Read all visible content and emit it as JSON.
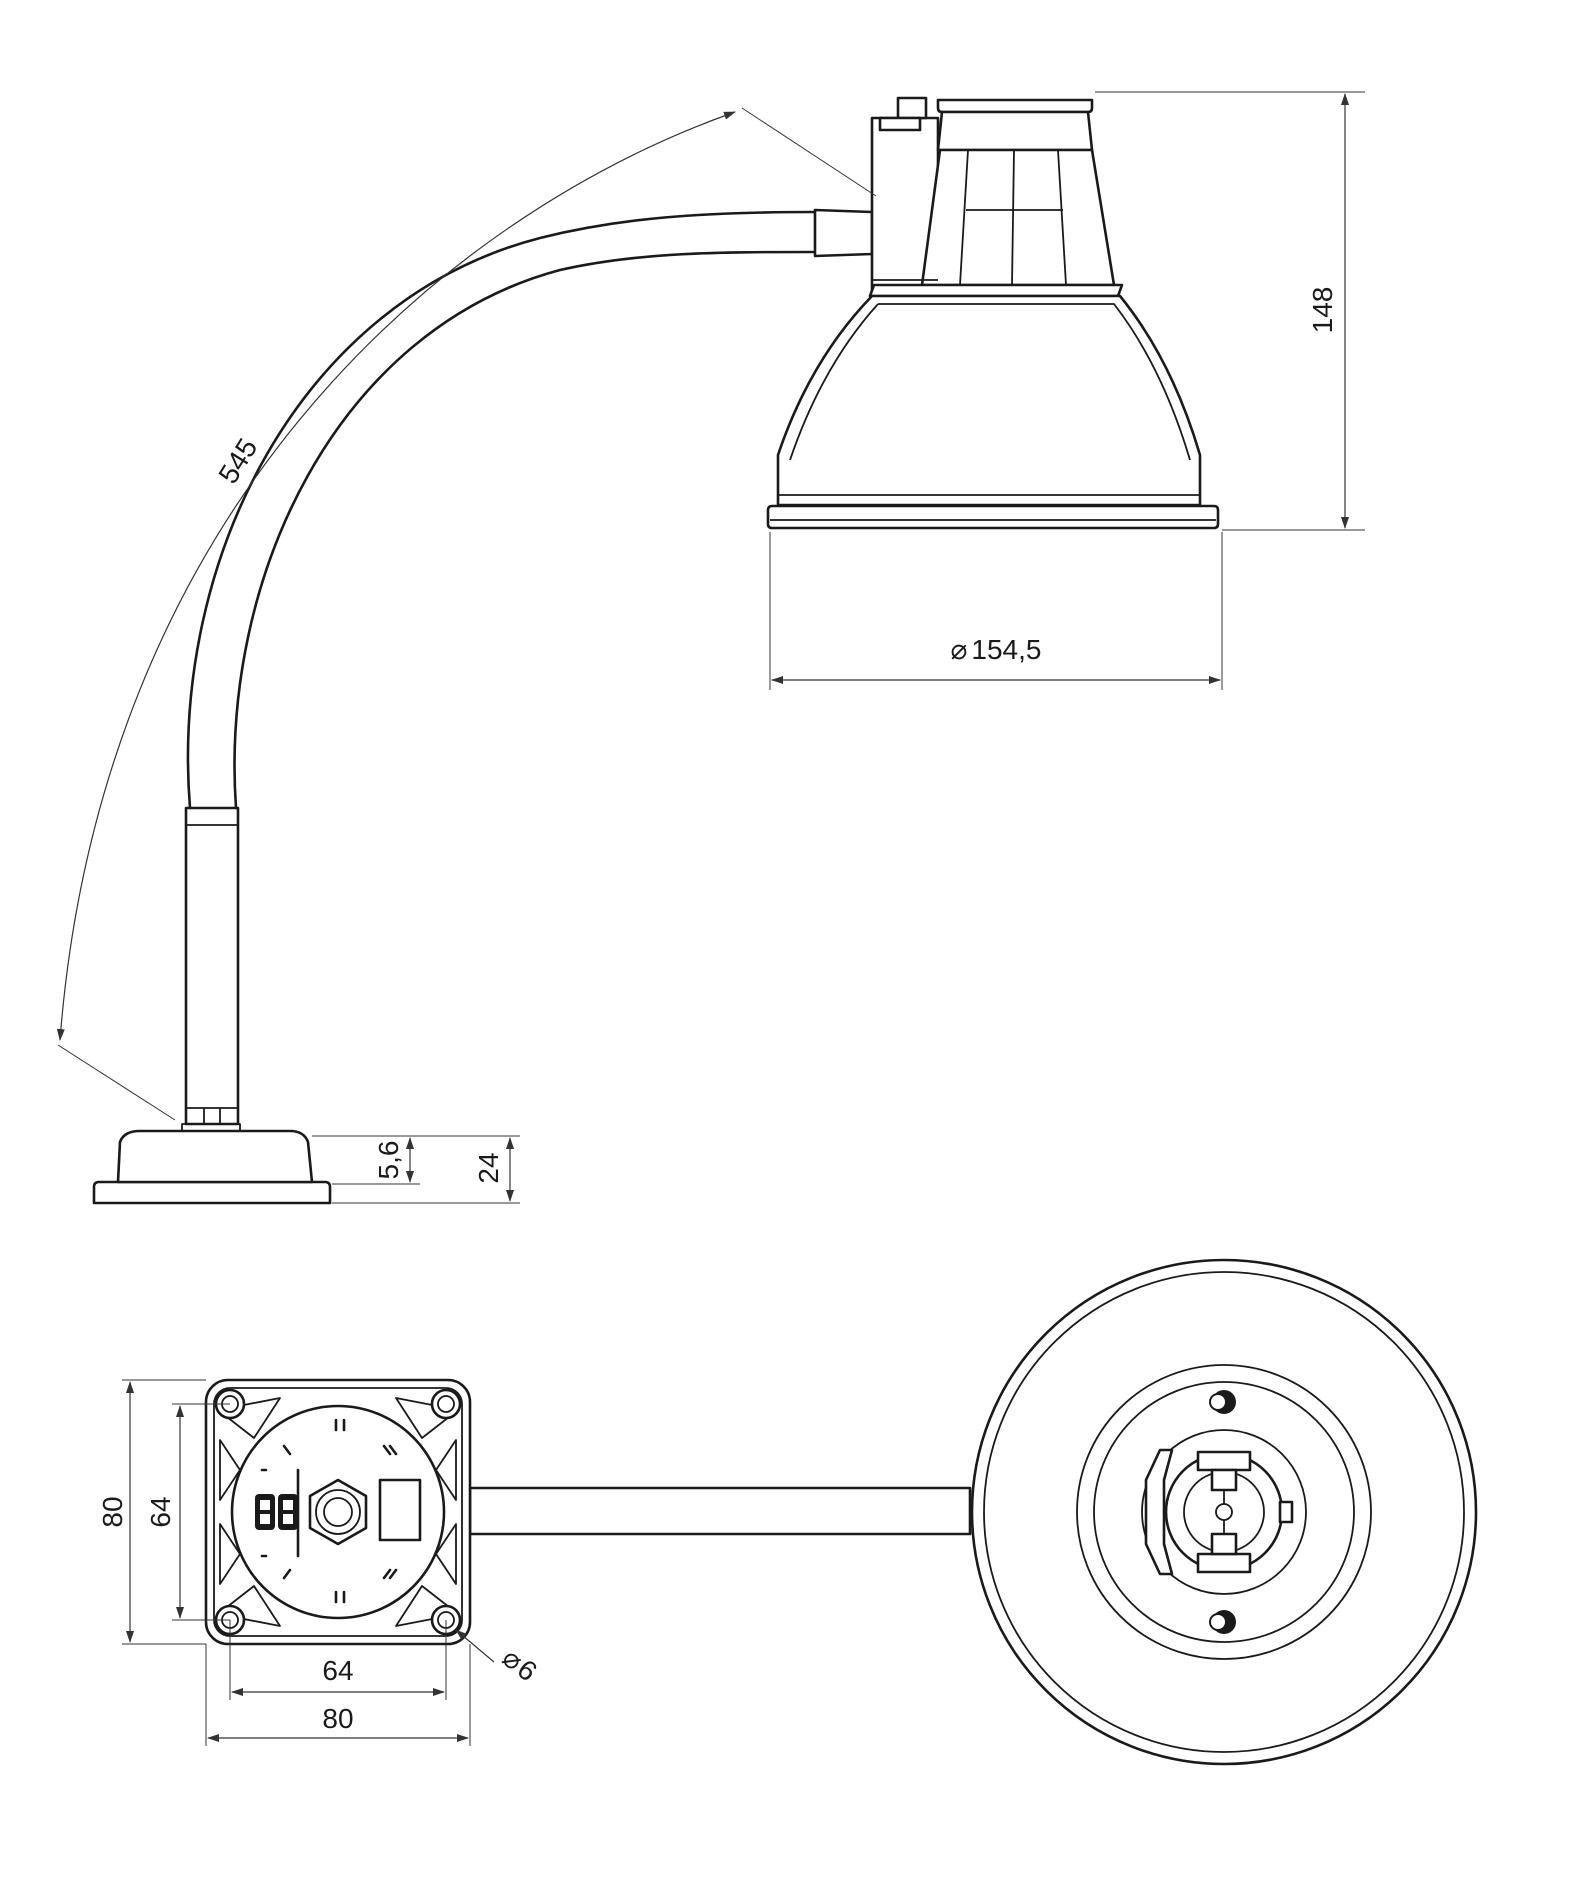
{
  "dimensions": {
    "arm_length": "545",
    "shade_height": "148",
    "shade_diameter": "154,5",
    "diameter_symbol": "⌀",
    "base_step_height": "5,6",
    "base_height": "24",
    "base_width_outer": "80",
    "base_height_outer": "80",
    "base_hole_spacing_x": "64",
    "base_hole_spacing_y": "64",
    "hole_diameter": "6"
  },
  "colors": {
    "line": "#1a1a1a",
    "background": "#ffffff"
  },
  "views": [
    "side-view",
    "top-view"
  ]
}
